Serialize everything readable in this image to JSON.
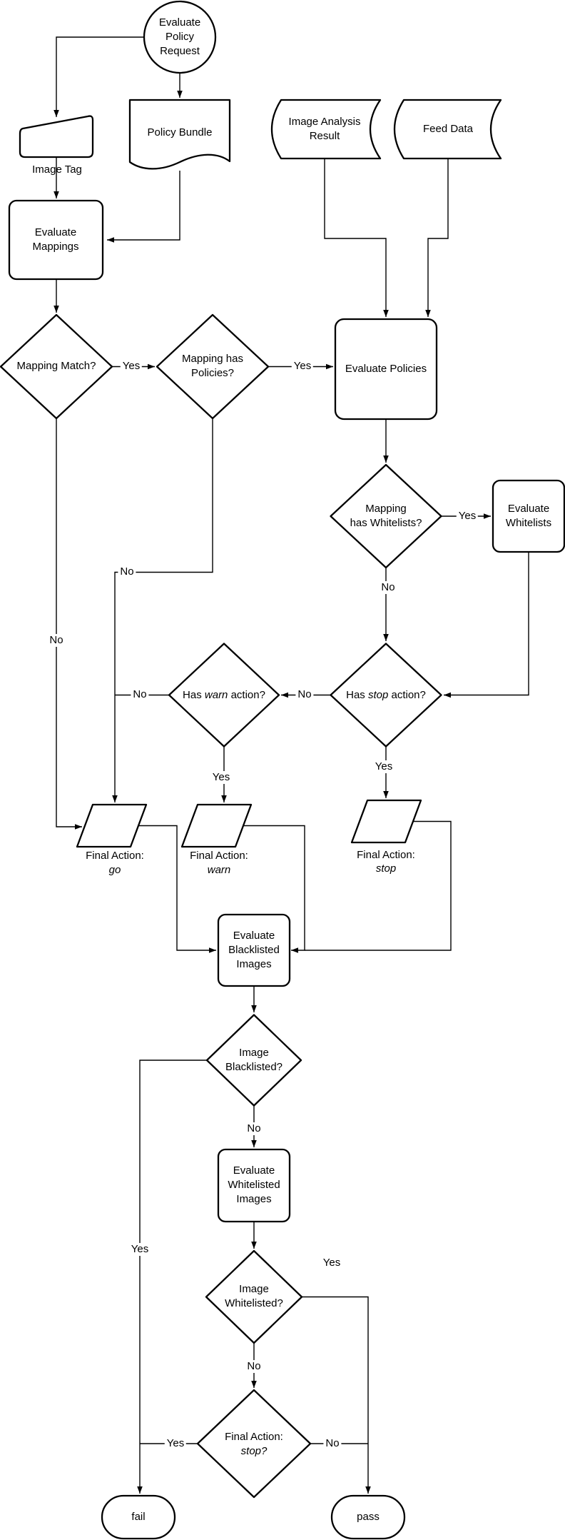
{
  "colors": {
    "line": "#000000",
    "shape_fill": "#ffffff",
    "text": "#000000",
    "background": "#ffffff"
  },
  "nodes": {
    "start": {
      "shape": "circle",
      "label": "Evaluate\nPolicy\nRequest"
    },
    "image_tag": {
      "shape": "manual-input",
      "label": "Image Tag"
    },
    "policy_bundle": {
      "shape": "document",
      "label": "Policy Bundle"
    },
    "image_analysis_result": {
      "shape": "stored-data",
      "label": "Image Analysis\nResult"
    },
    "feed_data": {
      "shape": "stored-data",
      "label": "Feed Data"
    },
    "evaluate_mappings": {
      "shape": "process",
      "label": "Evaluate\nMappings"
    },
    "mapping_match": {
      "shape": "decision",
      "label": "Mapping Match?"
    },
    "mapping_has_policies": {
      "shape": "decision",
      "label": "Mapping has\nPolicies?"
    },
    "evaluate_policies": {
      "shape": "process",
      "label": "Evaluate Policies"
    },
    "mapping_has_whitelists": {
      "shape": "decision",
      "label": "Mapping\nhas Whitelists?"
    },
    "evaluate_whitelists": {
      "shape": "process",
      "label": "Evaluate\nWhitelists"
    },
    "has_warn_action": {
      "shape": "decision",
      "prefix": "Has ",
      "italic": "warn",
      "suffix": " action?"
    },
    "has_stop_action": {
      "shape": "decision",
      "prefix": "Has ",
      "italic": "stop",
      "suffix": " action?"
    },
    "final_action_go": {
      "shape": "data",
      "line1": "Final Action:",
      "line2": "go"
    },
    "final_action_warn": {
      "shape": "data",
      "line1": "Final Action:",
      "line2": "warn"
    },
    "final_action_stop": {
      "shape": "data",
      "line1": "Final Action:",
      "line2": "stop"
    },
    "evaluate_blacklisted_images": {
      "shape": "process",
      "label": "Evaluate\nBlacklisted\nImages"
    },
    "image_blacklisted": {
      "shape": "decision",
      "label": "Image\nBlacklisted?"
    },
    "evaluate_whitelisted_images": {
      "shape": "process",
      "label": "Evaluate\nWhitelisted\nImages"
    },
    "image_whitelisted": {
      "shape": "decision",
      "label": "Image\nWhitelisted?"
    },
    "final_action_stop_q": {
      "shape": "decision",
      "line1": "Final Action:",
      "line2": "stop?"
    },
    "fail": {
      "shape": "terminator",
      "label": "fail"
    },
    "pass": {
      "shape": "terminator",
      "label": "pass"
    }
  },
  "edge_labels": {
    "mapping_match_yes": "Yes",
    "mapping_match_no": "No",
    "mapping_has_policies_yes": "Yes",
    "mapping_has_policies_no": "No",
    "mapping_has_whitelists_yes": "Yes",
    "mapping_has_whitelists_no": "No",
    "has_stop_no": "No",
    "has_stop_yes": "Yes",
    "has_warn_no": "No",
    "has_warn_yes": "Yes",
    "image_blacklisted_no": "No",
    "image_blacklisted_yes": "Yes",
    "image_whitelisted_no": "No",
    "image_whitelisted_yes": "Yes",
    "final_stop_yes": "Yes",
    "final_stop_no": "No"
  }
}
